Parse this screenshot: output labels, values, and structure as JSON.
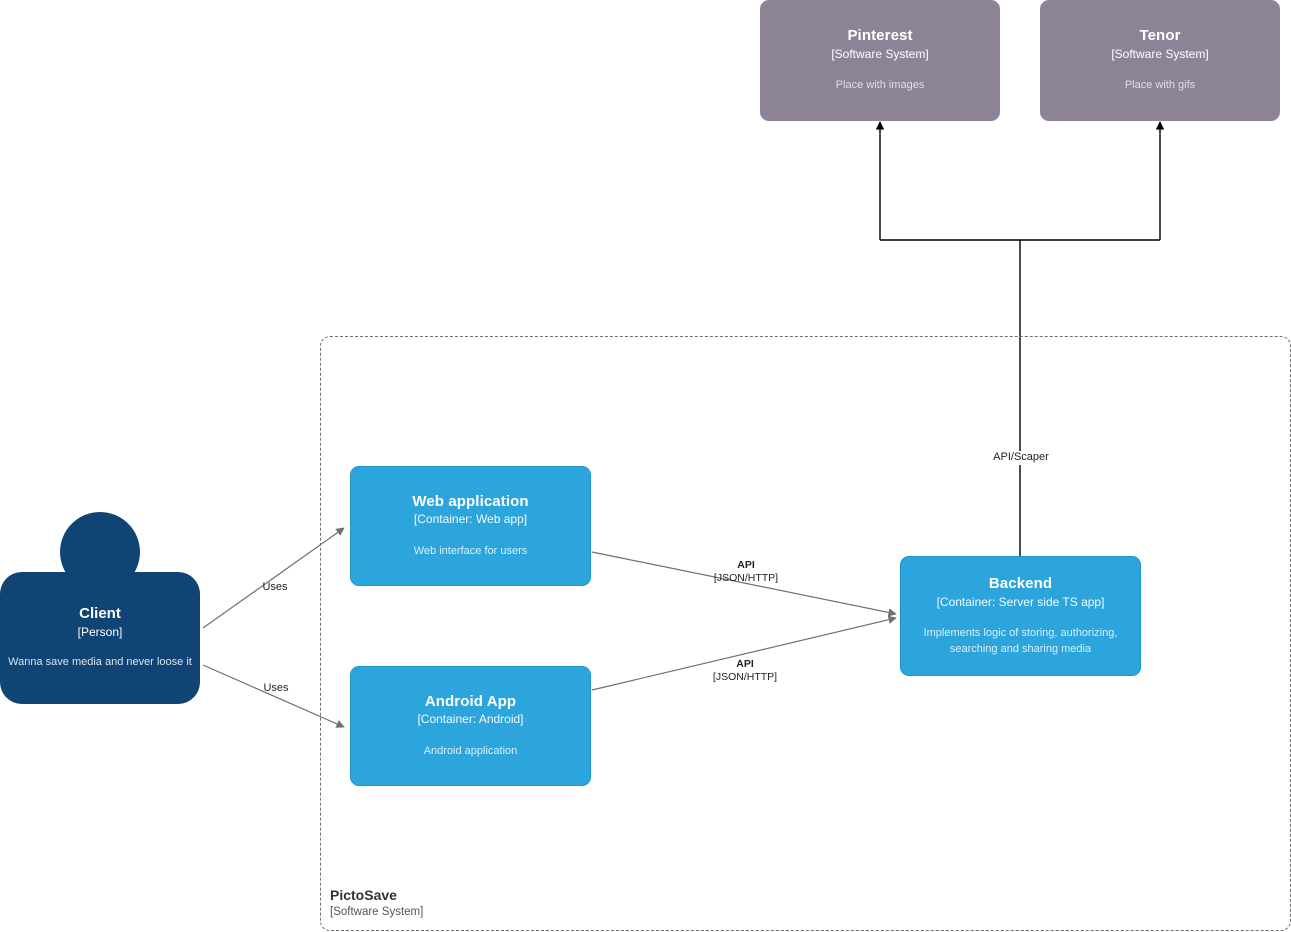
{
  "diagram": {
    "type": "c4-container-diagram",
    "colors": {
      "container": "#2CA5DD",
      "person": "#0F4475",
      "external_system": "#8C8496",
      "boundary_border": "#707070",
      "relationship_line": "#707070",
      "bus_line": "#000000",
      "text_on_shape": "#ffffff"
    }
  },
  "external_systems": [
    {
      "id": "pinterest",
      "title": "Pinterest",
      "tech": "[Software System]",
      "description": "Place with images"
    },
    {
      "id": "tenor",
      "title": "Tenor",
      "tech": "[Software System]",
      "description": "Place with gifs"
    }
  ],
  "person": {
    "id": "client",
    "title": "Client",
    "tech": "[Person]",
    "description": "Wanna save media and never loose it"
  },
  "boundary": {
    "id": "pictosave",
    "title": "PictoSave",
    "tech": "[Software System]"
  },
  "containers": [
    {
      "id": "web-application",
      "title": "Web application",
      "tech": "[Container: Web app]",
      "description": "Web interface for users"
    },
    {
      "id": "android-app",
      "title": "Android App",
      "tech": "[Container: Android]",
      "description": "Android application"
    },
    {
      "id": "backend",
      "title": "Backend",
      "tech": "[Container: Server side TS app]",
      "description": "Implements logic of storing, authorizing, searching and sharing media"
    }
  ],
  "relationships": [
    {
      "id": "client-to-web",
      "from": "client",
      "to": "web-application",
      "title": "Uses",
      "tech": ""
    },
    {
      "id": "client-to-android",
      "from": "client",
      "to": "android-app",
      "title": "Uses",
      "tech": ""
    },
    {
      "id": "web-to-backend",
      "from": "web-application",
      "to": "backend",
      "title": "API",
      "tech": "[JSON/HTTP]"
    },
    {
      "id": "android-to-backend",
      "from": "android-app",
      "to": "backend",
      "title": "API",
      "tech": "[JSON/HTTP]"
    },
    {
      "id": "backend-to-externals",
      "from": "backend",
      "to": "pinterest, tenor",
      "title": "API/Scaper",
      "tech": ""
    }
  ]
}
